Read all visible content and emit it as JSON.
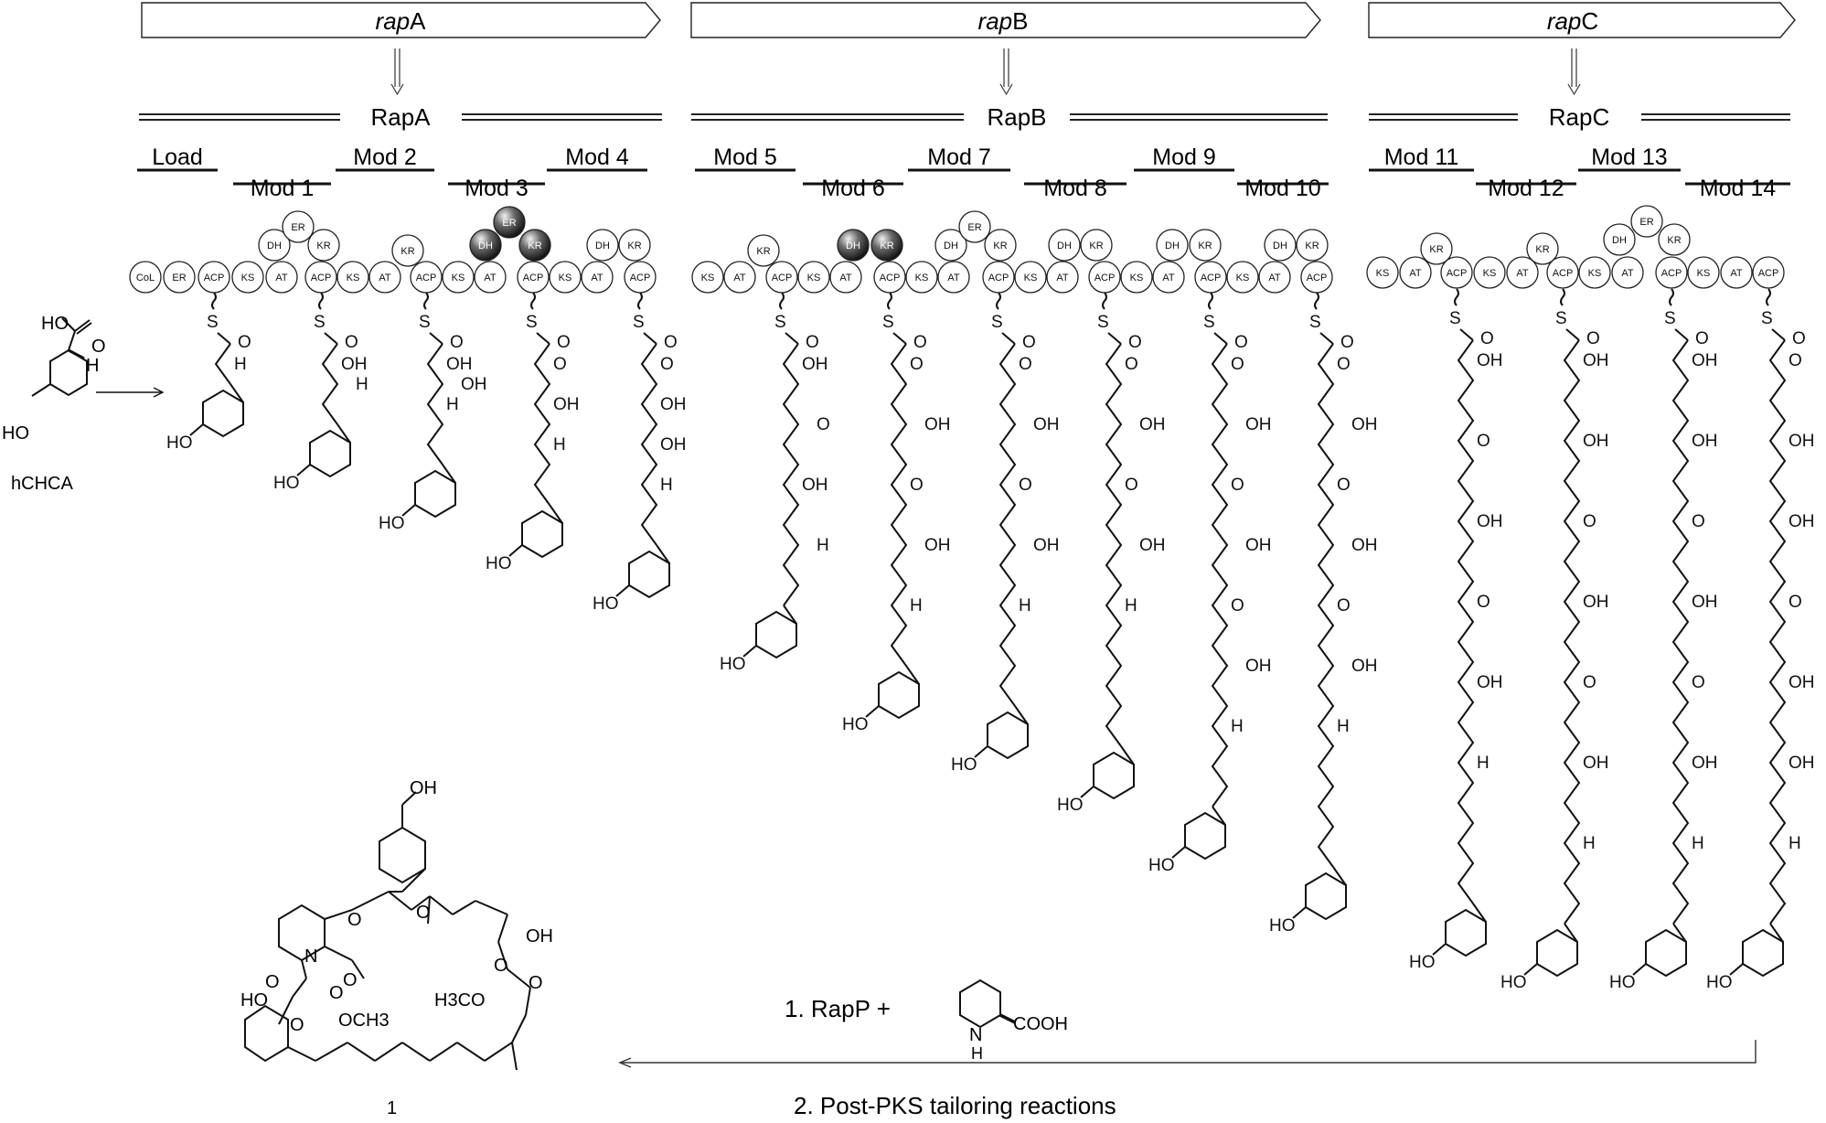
{
  "genes": [
    {
      "italic": "rap",
      "suffix": "A"
    },
    {
      "italic": "rap",
      "suffix": "B"
    },
    {
      "italic": "rap",
      "suffix": "C"
    }
  ],
  "proteins": [
    "RapA",
    "RapB",
    "RapC"
  ],
  "modules": [
    "Load",
    "Mod 1",
    "Mod 2",
    "Mod 3",
    "Mod 4",
    "Mod 5",
    "Mod 6",
    "Mod 7",
    "Mod 8",
    "Mod 9",
    "Mod 10",
    "Mod 11",
    "Mod 12",
    "Mod 13",
    "Mod 14"
  ],
  "domain_labels": {
    "CoL": "CoL",
    "ER": "ER",
    "ACP": "ACP",
    "KS": "KS",
    "AT": "AT",
    "DH": "DH",
    "KR": "KR"
  },
  "starter": {
    "name": "hCHCA",
    "oh": "HO",
    "acid_oh": "HO",
    "acid_o": "O",
    "h": "H"
  },
  "chem": {
    "S": "S",
    "O": "O",
    "OH": "OH",
    "HO": "HO",
    "H": "H"
  },
  "product": {
    "number": "1",
    "labels": [
      "OH",
      "N",
      "O",
      "O",
      "O",
      "O",
      "OH",
      "HO",
      "O",
      "O",
      "H3CO",
      "OCH3",
      "O",
      "O"
    ]
  },
  "steps": {
    "step1": "1. RapP +",
    "pipecolate_nh": "N",
    "pipecolate_h": "H",
    "pipecolate_cooh": "COOH",
    "step2": "2. Post-PKS tailoring reactions"
  }
}
